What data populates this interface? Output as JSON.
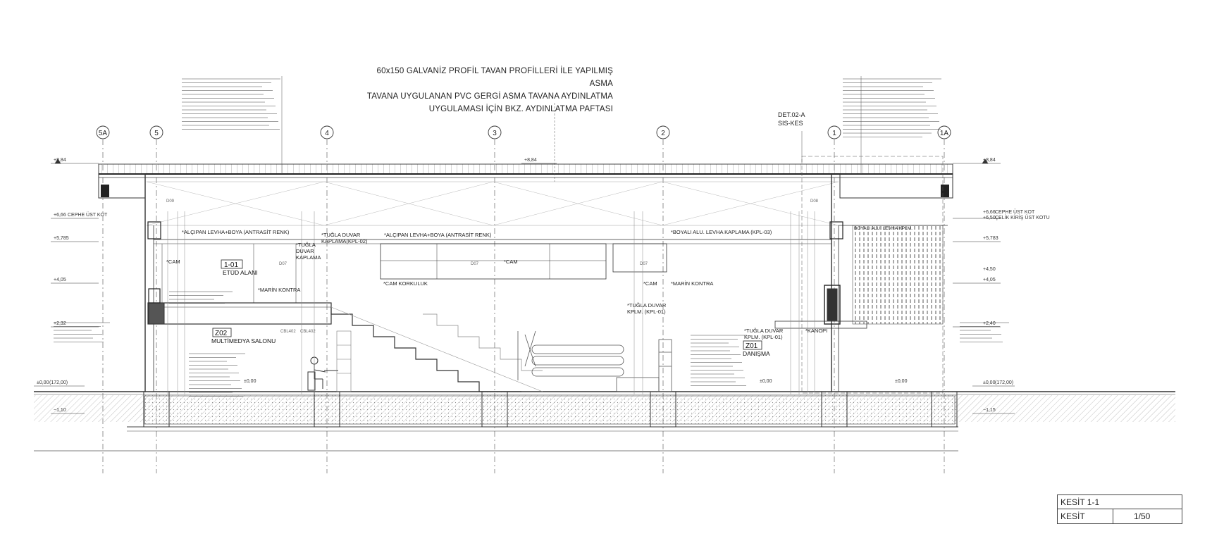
{
  "ceiling_note": [
    "60x150 GALVANİZ  PROFİL TAVAN PROFİLLERİ İLE YAPILMIŞ ASMA",
    "TAVANA UYGULANAN PVC GERGİ ASMA TAVANA AYDINLATMA",
    "UYGULAMASI İÇİN BKZ. AYDINLATMA PAFTASI"
  ],
  "detail_ref": [
    "DET.02-A",
    "SIS-KES"
  ],
  "axes": [
    "5A",
    "5",
    "4",
    "3",
    "2",
    "1",
    "1A"
  ],
  "levels": {
    "roof": "+8,84",
    "facade": "+6,66",
    "facade_note": "CEPHE ÜST KOT",
    "beam": "+6,50",
    "beam_note": "ÇELİK KİRİŞ ÜST KOTU",
    "mezz_left": "+5,785",
    "mezz_right": "+5,783",
    "mid_left": "+4,05",
    "mid_right": "+4,05",
    "upper_right": "+4,50",
    "floor_left": "+2,32",
    "floor_right": "+2,40",
    "ground": "±0,00",
    "ground_abs": "(172,00)",
    "foundation_left": "−1,10",
    "foundation_right": "−1,15"
  },
  "rooms": [
    {
      "code": "1-01",
      "name": "ETÜD ALANI"
    },
    {
      "code": "Z02",
      "name": "MULTİMEDYA SALONU"
    },
    {
      "code": "Z01",
      "name": "DANIŞMA"
    }
  ],
  "labels": {
    "alcipan_left": "*ALÇIPAN LEVHA+BOYA (ANTRASİT RENK)",
    "alcipan_mid": "*ALÇIPAN LEVHA+BOYA (ANTRASİT RENK)",
    "tugla_kpl02": [
      "*TUĞLA DUVAR",
      "KAPLAMA(KPL-02)"
    ],
    "tugla_v": [
      "*TUĞLA",
      "DUVAR",
      "KAPLAMA"
    ],
    "boyali_alu": "*BOYALI ALU. LEVHA KAPLAMA (KPL-03)",
    "boyali_alu_right": "BOYALI ALU. LEVHA KPLM.",
    "cam1": "*CAM",
    "cam2": "*CAM",
    "cam3": "*CAM",
    "cam_korkuluk": "*CAM KORKULUK",
    "marin1": "*MARİN KONTRA",
    "marin2": "*MARİN KONTRA",
    "tugla_kplm01": [
      "*TUĞLA DUVAR",
      "KPLM. (KPL-01)"
    ],
    "tugla_kplm01_b": [
      "*TUĞLA DUVAR",
      "KPLM. (KPL-01)"
    ],
    "kanopi": "*KANOPİ",
    "tags": [
      "D09",
      "D07",
      "D07",
      "D07",
      "D08",
      "CBL402",
      "CBL402"
    ]
  },
  "title_block": {
    "name": "KESİT 1-1",
    "type": "KESİT",
    "scale": "1/50"
  }
}
